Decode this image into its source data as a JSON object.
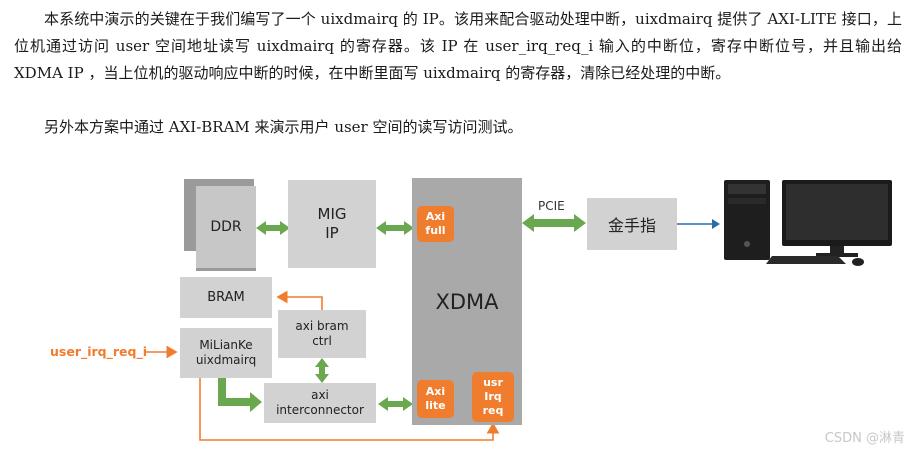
{
  "document": {
    "paragraph1": "本系统中演示的关键在于我们编写了一个 uixdmairq 的 IP。该用来配合驱动处理中断，uixdmairq 提供了 AXI-LITE 接口，上位机通过访问 user 空间地址读写 uixdmairq 的寄存器。该 IP 在 user_irq_req_i 输入的中断位，寄存中断位号，并且输出给 XDMA IP ，当上位机的驱动响应中断的时候，在中断里面写 uixdmairq 的寄存器，清除已经处理的中断。",
    "paragraph2": "另外本方案中通过 AXI-BRAM 来演示用户 user 空间的读写访问测试。"
  },
  "diagram": {
    "ddr": "DDR",
    "mig": "MIG\nIP",
    "bram": "BRAM",
    "axi_bram_ctrl": "axi bram\nctrl",
    "milianke": "MiLianKe\nuixdmairq",
    "axi_interconnector": "axi\ninterconnector",
    "xdma": "XDMA",
    "axi_full": "Axi\nfull",
    "axi_lite": "Axi\nlite",
    "usr_irq_req": "usr\nIrq\nreq",
    "pcie": "PCIE",
    "gold_finger": "金手指",
    "input_signal": "user_irq_req_i"
  },
  "colors": {
    "orange": "#f07c2e",
    "green": "#6aa84f",
    "gray": "#c7c7c7",
    "dark_gray": "#9a9a9a"
  },
  "watermark": "CSDN @淋青"
}
